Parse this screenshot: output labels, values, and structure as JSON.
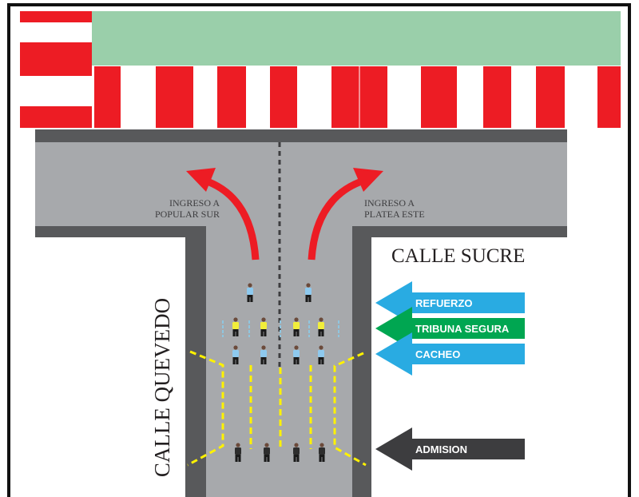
{
  "labels": {
    "ingreso_popular_line1": "INGRESO A",
    "ingreso_popular_line2": "POPULAR SUR",
    "ingreso_platea_line1": "INGRESO A",
    "ingreso_platea_line2": "PLATEA ESTE",
    "calle_sucre": "CALLE SUCRE",
    "calle_quevedo": "CALLE QUEVEDO"
  },
  "stages": [
    {
      "label": "REFUERZO",
      "color": "#29abe2"
    },
    {
      "label": "TRIBUNA SEGURA",
      "color": "#00a651"
    },
    {
      "label": "CACHEO",
      "color": "#29abe2"
    },
    {
      "label": "ADMISION",
      "color": "#3d3d3f"
    }
  ],
  "colors": {
    "field": "#9acfaa",
    "stripe_red": "#ed1c24",
    "road": "#a7a9ac",
    "curb": "#58595b",
    "entry_arrow": "#ed1c24",
    "lane_marking": "#fff200"
  }
}
